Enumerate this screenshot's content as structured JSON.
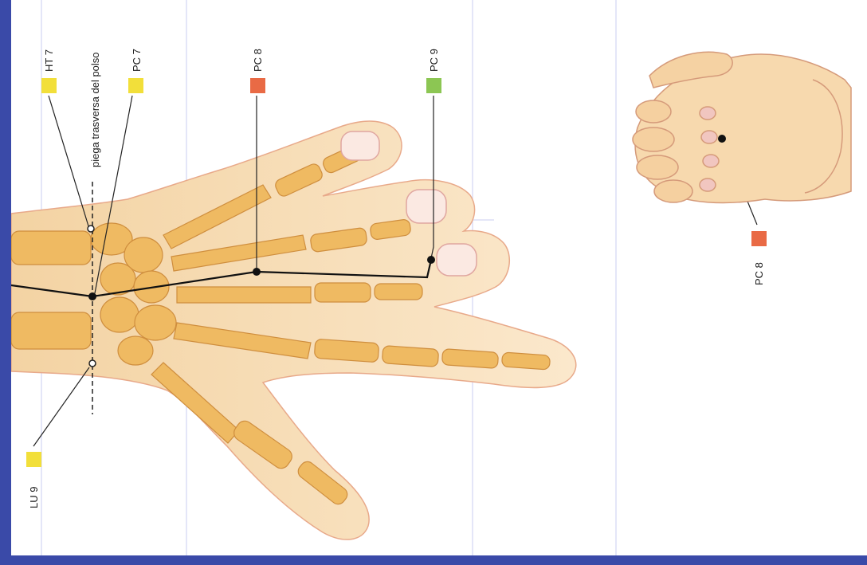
{
  "labels": {
    "ht7": "HT 7",
    "pc7": "PC 7",
    "pc8": "PC 8",
    "pc9": "PC 9",
    "lu9": "LU 9",
    "crease": "piega trasversa del polso",
    "pc8_small": "PC 8"
  },
  "colors": {
    "ht7": "#f2df3a",
    "pc7": "#f2df3a",
    "pc8": "#e96a45",
    "pc9": "#8cc653",
    "lu9": "#f2df3a",
    "pc8_small": "#e96a45",
    "frame": "#3a4aa8",
    "skin": "#f8dfb8",
    "bone": "#efb860"
  }
}
